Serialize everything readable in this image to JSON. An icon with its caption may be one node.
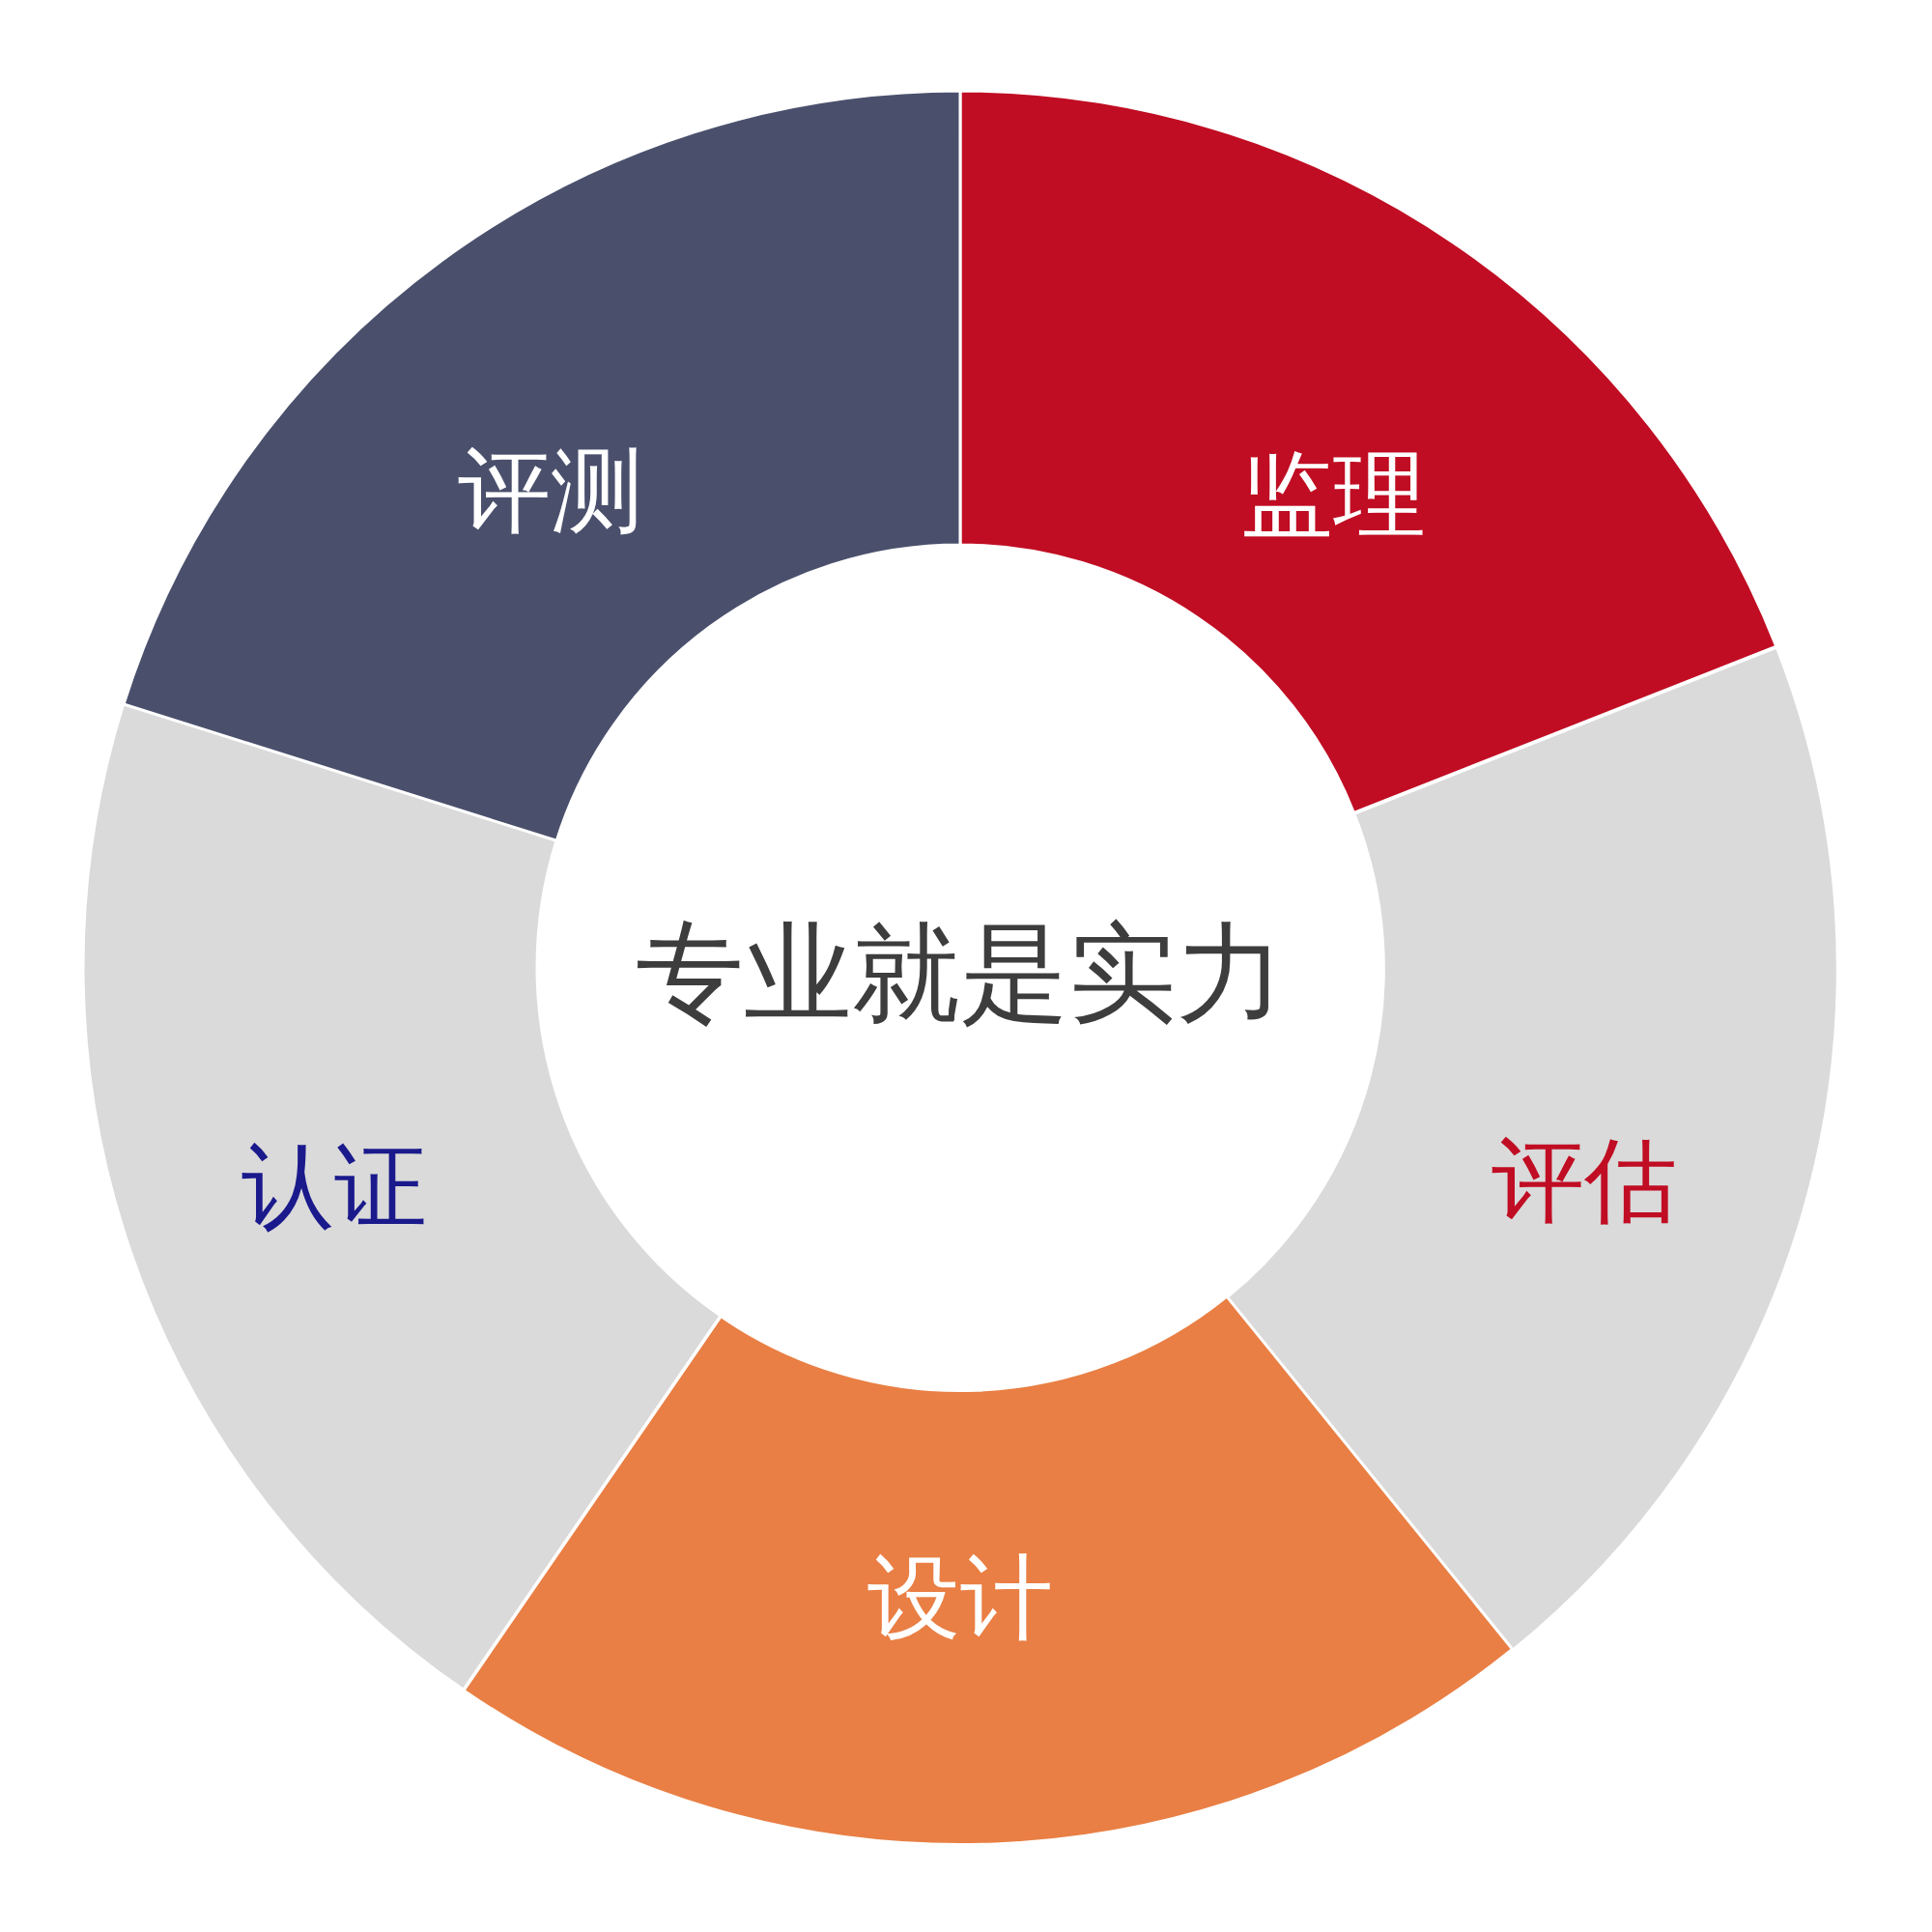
{
  "diagram": {
    "nodes": [
      {
        "text": [
          "专业就是实力"
        ]
      },
      {
        "text": [
          "监理"
        ]
      },
      {
        "text": [
          "评估"
        ]
      },
      {
        "text": [
          "设计"
        ]
      },
      {
        "text": [
          "认证"
        ]
      },
      {
        "text": [
          "评测"
        ]
      }
    ]
  }
}
